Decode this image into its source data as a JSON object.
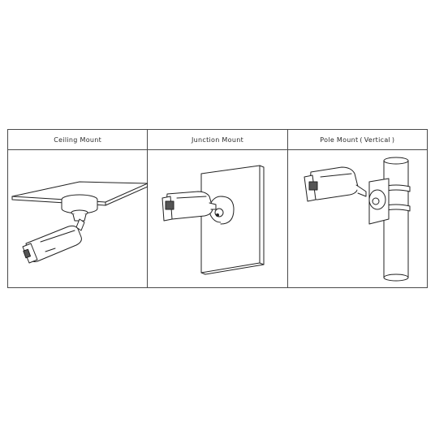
{
  "mounts": [
    {
      "title": "Ceiling Mount"
    },
    {
      "title": "Junction Mount"
    },
    {
      "title": "Pole Mount ( Vertical )"
    }
  ]
}
